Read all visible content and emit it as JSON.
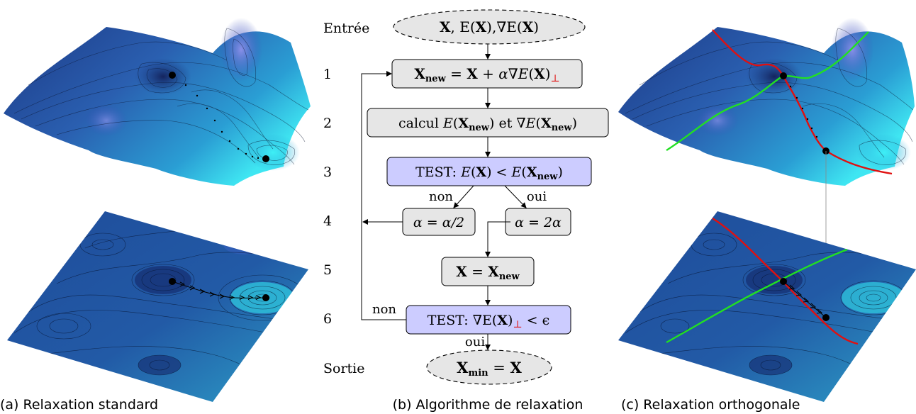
{
  "panel_a": {
    "caption": "(a) Relaxation standard"
  },
  "panel_b": {
    "caption": "(b) Algorithme de relaxation",
    "rows": {
      "entree": "Entrée",
      "sortie": "Sortie",
      "n1": "1",
      "n2": "2",
      "n3": "3",
      "n4": "4",
      "n5": "5",
      "n6": "6"
    },
    "input": {
      "x": "X",
      "sep": ", E(",
      "x2": "X",
      "mid": "),∇E(",
      "x3": "X",
      "end": ")"
    },
    "step1": {
      "lhs": "X",
      "lhs_sub": "new",
      "mid": " = ",
      "x": "X",
      "plus": " + ",
      "alpha": "α∇",
      "e": "E",
      "p1": "(",
      "x2": "X",
      "p2": ")",
      "perp": "⊥"
    },
    "step2": {
      "a": "calcul ",
      "e": "E",
      "p1": "(",
      "x": "X",
      "sub": "new",
      "p2": ")",
      "et": " et ∇",
      "e2": "E",
      "p3": "(",
      "x2": "X",
      "sub2": "new",
      "p4": ")"
    },
    "step3": {
      "a": "TEST: ",
      "e": "E",
      "p1": "(",
      "x": "X",
      "p2": ") < ",
      "e2": "E",
      "p3": "(",
      "x2": "X",
      "sub": "new",
      "p4": ")"
    },
    "branch_no": "non",
    "branch_yes": "oui",
    "step4a": "α = α/2",
    "step4b": "α = 2α",
    "step5": {
      "x": "X",
      "eq": " = ",
      "x2": "X",
      "sub": "new"
    },
    "step6": {
      "a": "TEST: ∇E(",
      "x": "X",
      "p": ")",
      "perp": "⊥",
      "b": " < ϵ"
    },
    "loop_no": "non",
    "exit_yes": "oui",
    "output": {
      "x": "X",
      "sub": "min",
      "eq": " = ",
      "x2": "X"
    }
  },
  "panel_c": {
    "caption": "(c) Relaxation orthogonale"
  },
  "colors": {
    "surface_dark": "#1d3a86",
    "surface_mid": "#2f6fc0",
    "surface_light": "#2fd4ea",
    "box_gray": "#e6e6e6",
    "box_blue": "#ccccff",
    "red_curve": "#e01010",
    "green_curve": "#22e022",
    "perp_red": "#e01010"
  }
}
